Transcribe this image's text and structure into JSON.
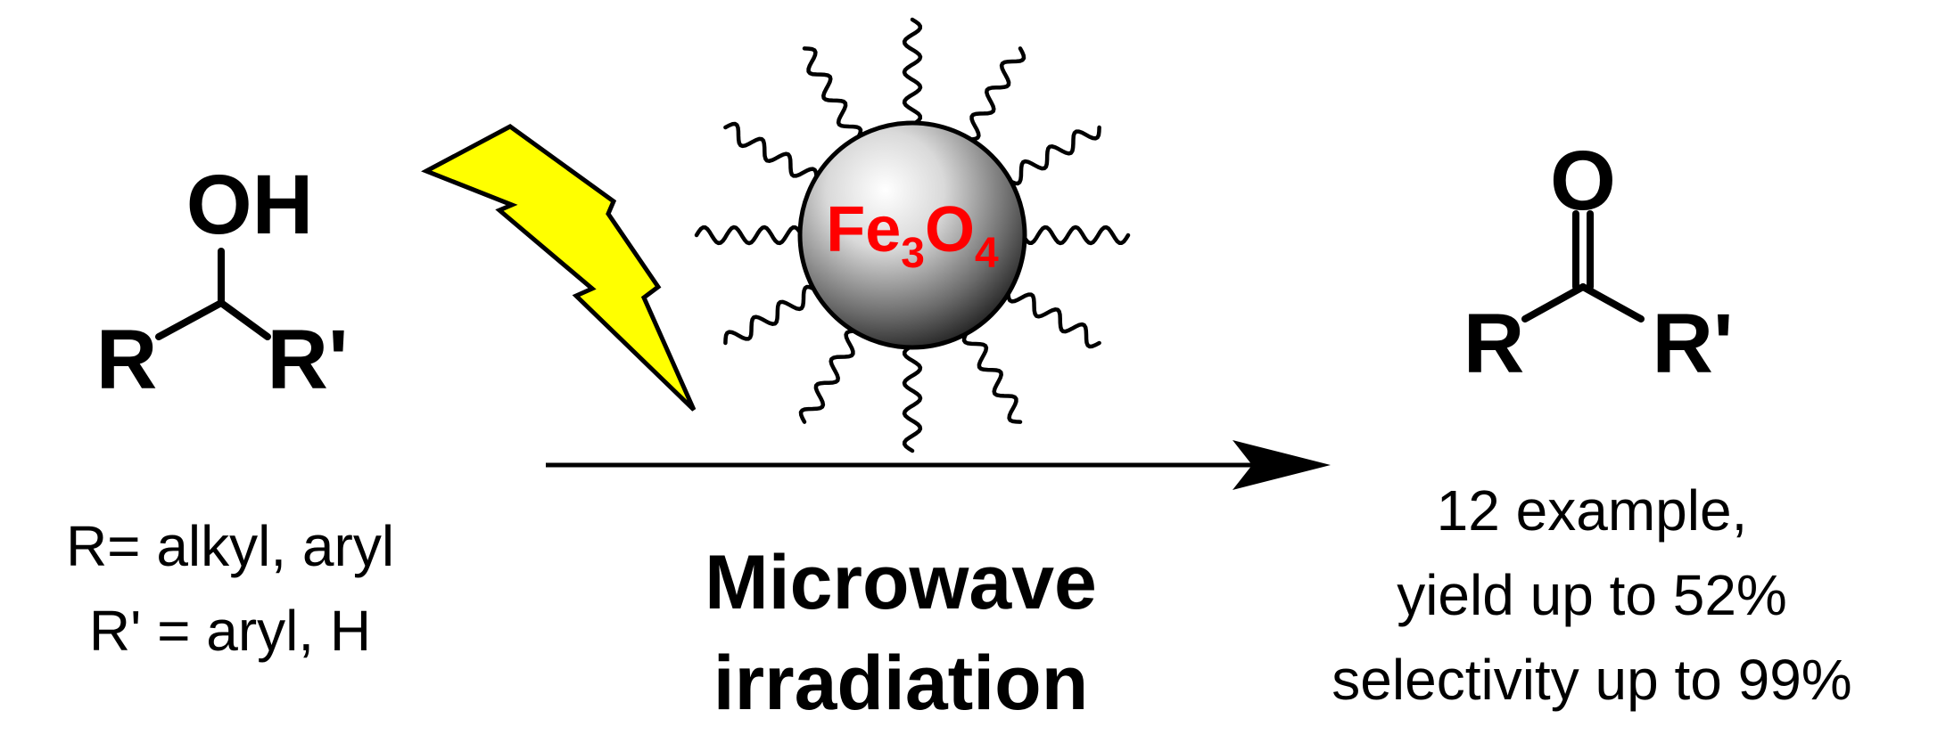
{
  "reactant": {
    "hydroxyl_label": "OH",
    "left_substituent": "R",
    "right_substituent": "R'",
    "substituent_note_line1": "R= alkyl, aryl",
    "substituent_note_line2": "R' = aryl, H"
  },
  "catalyst": {
    "core_label": "Fe",
    "sub1": "3",
    "mid": "O",
    "sub2": "4",
    "label_color": "#ff0000",
    "ligand_count": 12
  },
  "energy_source": {
    "icon": "lightning-bolt-icon",
    "fill_color": "#ffff00"
  },
  "conditions": {
    "line1": "Microwave",
    "line2": "irradiation"
  },
  "product": {
    "carbonyl_label": "O",
    "left_substituent": "R",
    "right_substituent": "R'",
    "result_line1": "12 example,",
    "result_line2": "yield up to 52%",
    "result_line3": "selectivity up to 99%"
  }
}
